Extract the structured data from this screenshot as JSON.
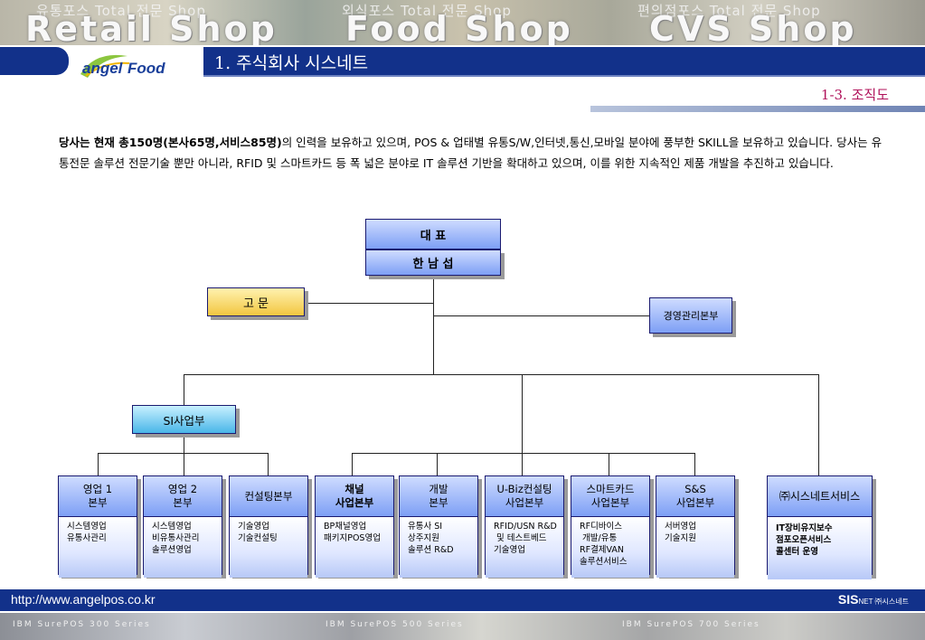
{
  "banner": {
    "sub1": "유통포스 Total 전문 Shop",
    "sub2": "외식포스 Total 전문 Shop",
    "sub3": "편의점포스 Total 전문 Shop",
    "big1": "Retail Shop",
    "big2": "Food Shop",
    "big3": "CVS Shop"
  },
  "logo": {
    "angel": "angel",
    "food": "Food"
  },
  "header": {
    "title": "1. 주식회사 시스네트"
  },
  "section": {
    "title": "1-3. 조직도"
  },
  "intro": {
    "bold": "당사는 현재 총150명(본사65명,서비스85명)",
    "text": "의 인력을 보유하고 있으며, POS & 업태별 유통S/W,인터넷,통신,모바일 분야에 풍부한 SKILL을 보유하고 있습니다. 당사는 유통전문 솔루션 전문기술 뿐만 아니라, RFID 및 스마트카드 등 폭 넓은 분야로 IT 솔루션 기반을 확대하고 있으며, 이를 위한 지속적인 제품 개발을 추진하고 있습니다."
  },
  "org": {
    "ceo_title": "대 표",
    "ceo_name": "한 남 섭",
    "advisor": "고 문",
    "management": "경영관리본부",
    "si": "SI사업부",
    "units": [
      {
        "head1": "영업 1",
        "head2": "본부",
        "detail": "시스템영업\n유통사관리"
      },
      {
        "head1": "영업 2",
        "head2": "본부",
        "detail": "시스템영업\n비유통사관리\n솔루션영업"
      },
      {
        "head1": "컨설팅본부",
        "head2": "",
        "detail": "기술영업\n기술컨설팅"
      },
      {
        "head1": "채널",
        "head2": "사업본부",
        "detail": "BP채널영업\n패키지POS영업"
      },
      {
        "head1": "개발",
        "head2": "본부",
        "detail": "유통사 SI\n상주지원\n솔루션 R&D"
      },
      {
        "head1": "U-Biz컨설팅",
        "head2": "사업본부",
        "detail": "RFID/USN R&D\n 및 테스트베드\n기술영업"
      },
      {
        "head1": "스마트카드",
        "head2": "사업본부",
        "detail": "RF디바이스\n 개발/유통\nRF결제VAN\n솔루션서비스"
      },
      {
        "head1": "S&S",
        "head2": "사업본부",
        "detail": "서버영업\n기술지원"
      }
    ],
    "subsidiary": {
      "head": "㈜시스네트서비스",
      "detail": "IT장비유지보수\n점포오픈서비스\n콜센터 운영"
    }
  },
  "footer": {
    "url": "http://www.angelpos.co.kr",
    "brand": "SIS",
    "brand_small": "NET ㈜시스네트",
    "strip1": "IBM SurePOS 300 Series",
    "strip2": "IBM SurePOS 500 Series",
    "strip3": "IBM SurePOS 700 Series"
  }
}
